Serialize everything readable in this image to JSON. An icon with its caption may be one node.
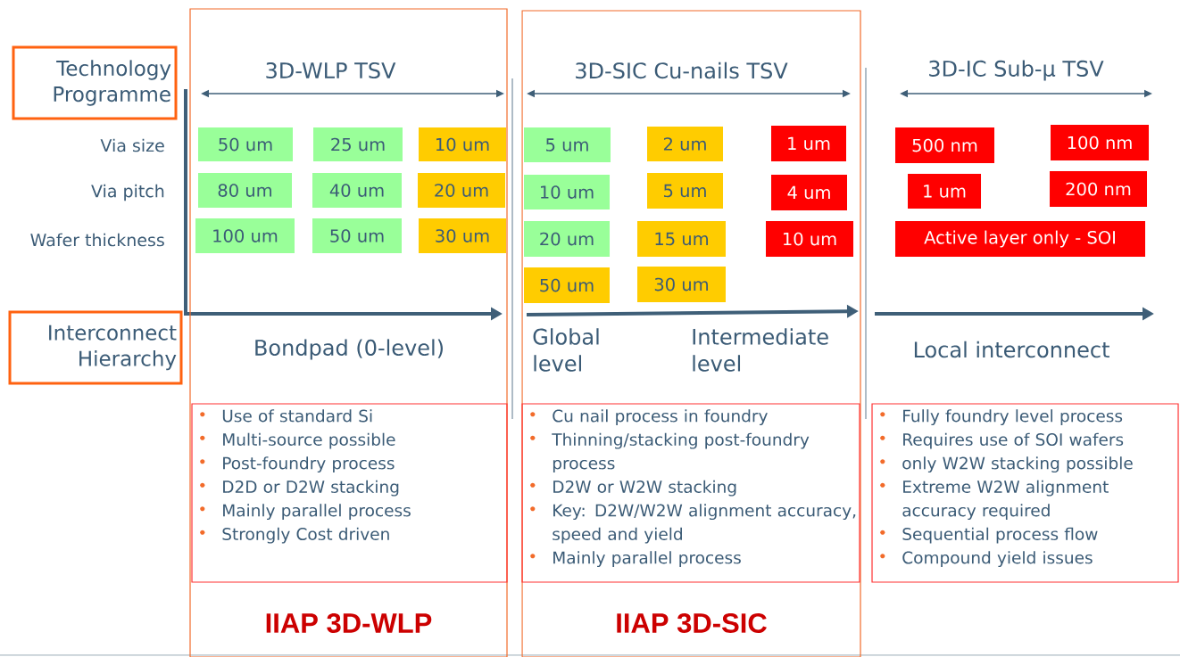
{
  "diagram": {
    "nodes": [
      {
        "text": [
          "IIAP 3D-WLP"
        ]
      },
      {
        "text": [
          "IIAP 3D-SIC"
        ]
      },
      {
        "text": [
          "Technology Programme"
        ]
      },
      {
        "text": [
          "Interconnect Hierarchy"
        ]
      },
      {
        "text": [
          "50 um"
        ],
        "in": 0
      },
      {
        "text": [
          "25 um"
        ],
        "in": 0
      },
      {
        "text": [
          "10 um"
        ],
        "in": 0
      },
      {
        "text": [
          "80 um"
        ],
        "in": 0
      },
      {
        "text": [
          "40 um"
        ],
        "in": 0
      },
      {
        "text": [
          "20 um"
        ],
        "in": 0
      },
      {
        "text": [
          "100 um"
        ],
        "in": 0
      },
      {
        "text": [
          "50 um"
        ],
        "in": 0
      },
      {
        "text": [
          "30 um"
        ],
        "in": 0
      },
      {
        "text": [
          "5 um"
        ],
        "in": 1
      },
      {
        "text": [
          "2 um"
        ],
        "in": 1
      },
      {
        "text": [
          "1 um"
        ],
        "in": 1
      },
      {
        "text": [
          "10 um"
        ],
        "in": 1
      },
      {
        "text": [
          "5 um"
        ],
        "in": 1
      },
      {
        "text": [
          "4 um"
        ],
        "in": 1
      },
      {
        "text": [
          "20 um"
        ],
        "in": 1
      },
      {
        "text": [
          "15 um"
        ],
        "in": 1
      },
      {
        "text": [
          "10 um"
        ],
        "in": 1
      },
      {
        "text": [
          "50 um"
        ],
        "in": 1
      },
      {
        "text": [
          "30 um"
        ],
        "in": 1
      },
      {
        "text": [
          "500 nm"
        ]
      },
      {
        "text": [
          "100 nm"
        ]
      },
      {
        "text": [
          "1 um"
        ]
      },
      {
        "text": [
          "200 nm"
        ]
      },
      {
        "text": [
          "Active layer only - SOI"
        ]
      },
      {
        "text": [
          "Use of standard Si",
          "Multi-source possible",
          "Post-foundry process",
          "D2D or D2W stacking",
          "Mainly parallel process",
          "Strongly Cost driven"
        ],
        "in": 0
      },
      {
        "text": [
          "Cu nail process in foundry",
          "Thinning/stacking post-foundry process",
          "D2W or W2W stacking",
          "Key: D2W/W2W alignment accuracy, speed and yield",
          "Mainly parallel process"
        ],
        "in": 1
      },
      {
        "text": [
          "Fully foundry level process",
          "Requires use of SOI wafers",
          "only W2W stacking possible",
          "Extreme W2W alignment accuracy required",
          "Sequential process flow",
          "Compound yield issues"
        ]
      }
    ],
    "labels": [
      "3D-WLP TSV",
      "3D-SIC Cu-nails TSV",
      "3D-IC Sub-μ TSV",
      "Via size",
      "Via pitch",
      "Wafer thickness",
      "Bondpad (0-level)",
      "Global level",
      "Intermediate level",
      "Local interconnect"
    ]
  }
}
